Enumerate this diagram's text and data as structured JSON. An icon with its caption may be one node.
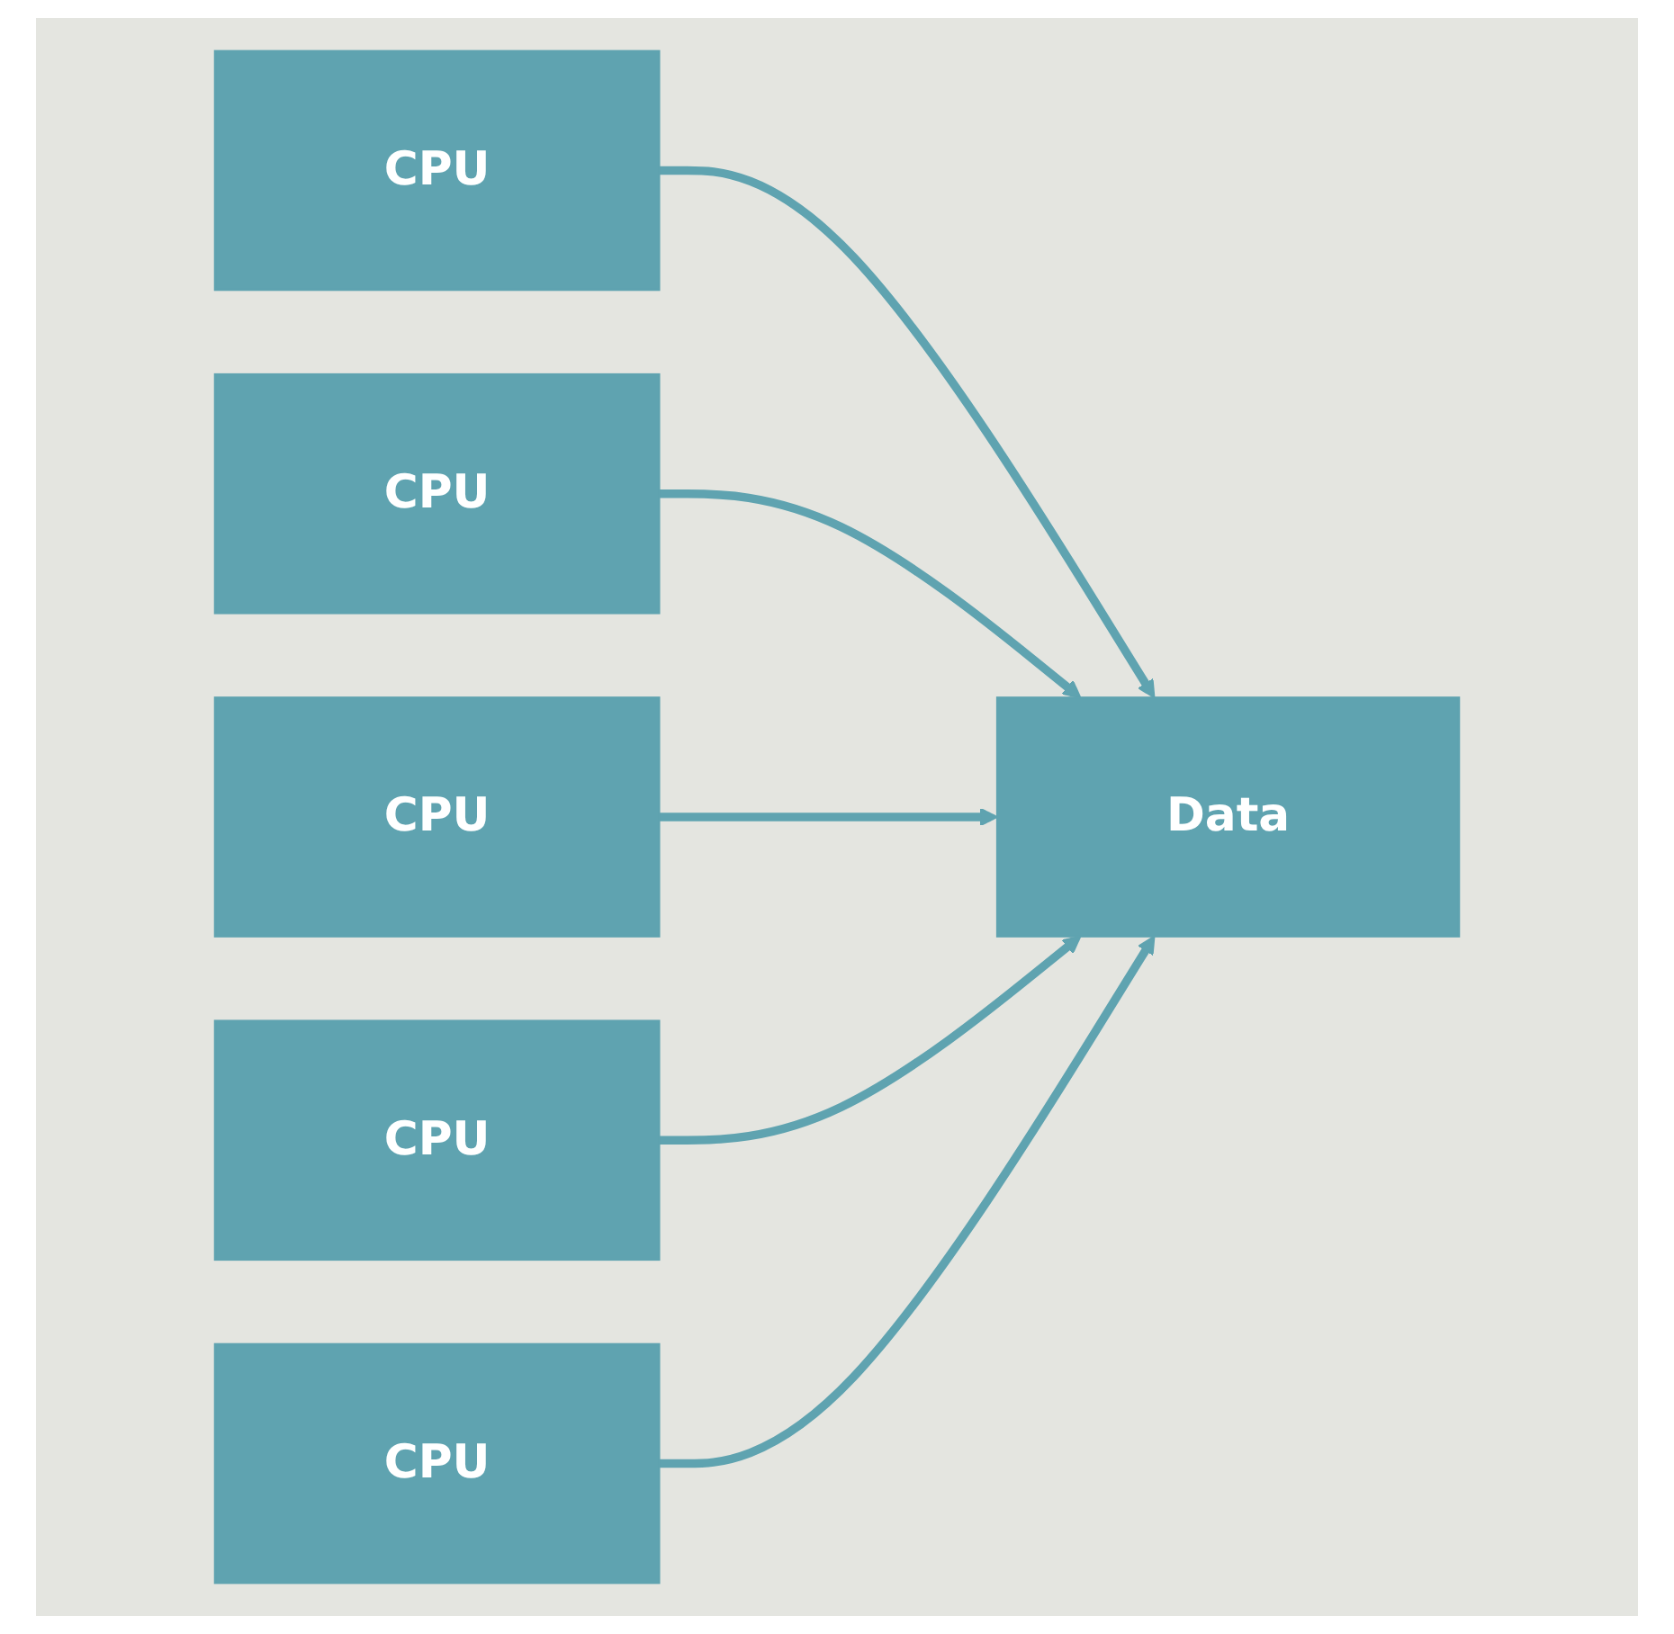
{
  "diagram": {
    "nodes": [
      {
        "text": [
          "CPU"
        ]
      },
      {
        "text": [
          "CPU"
        ]
      },
      {
        "text": [
          "CPU"
        ]
      },
      {
        "text": [
          "CPU"
        ]
      },
      {
        "text": [
          "CPU"
        ]
      },
      {
        "text": [
          "Data"
        ]
      }
    ],
    "edges": [
      {
        "from": 0,
        "to": 5,
        "arrow": "to"
      },
      {
        "from": 1,
        "to": 5,
        "arrow": "to"
      },
      {
        "from": 2,
        "to": 5,
        "arrow": "to"
      },
      {
        "from": 3,
        "to": 5,
        "arrow": "to"
      },
      {
        "from": 4,
        "to": 5,
        "arrow": "to"
      }
    ]
  }
}
